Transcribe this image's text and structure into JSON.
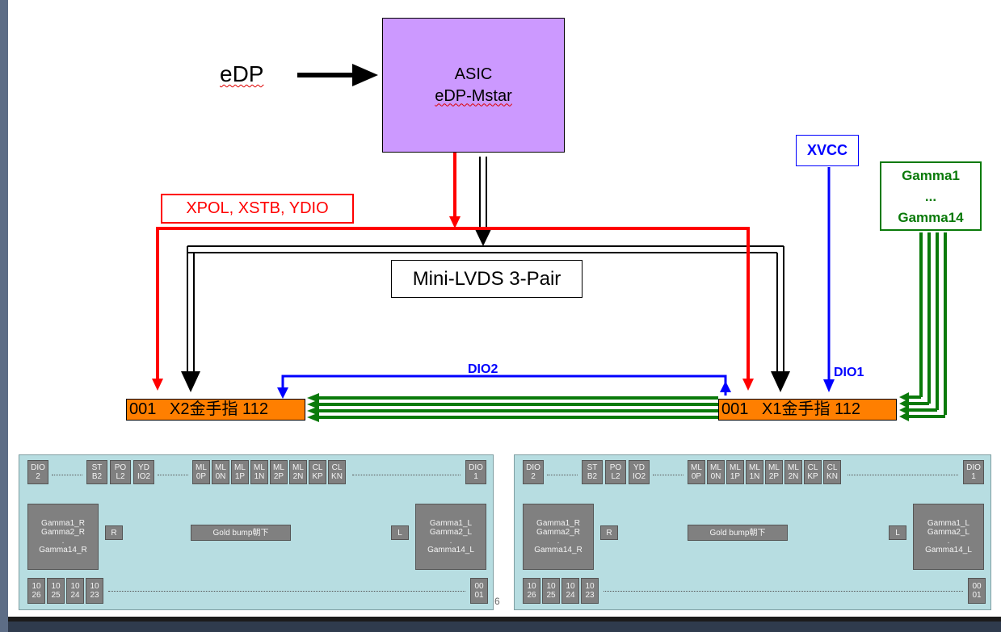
{
  "top": {
    "edp_label": "eDP",
    "asic_line1": "ASIC",
    "asic_line2": "eDP-Mstar",
    "red_signals": "XPOL, XSTB, YDIO",
    "mini_lvds": "Mini-LVDS 3-Pair",
    "xvcc": "XVCC",
    "gamma_line1": "Gamma1",
    "gamma_line2": "...",
    "gamma_line3": "Gamma14",
    "dio2": "DIO2",
    "dio1": "DIO1",
    "conn_x2": "001   X2金手指 112",
    "conn_x1": "001   X1金手指 112",
    "page_digit": "6"
  },
  "colors": {
    "asic_fill": "#cc99ff",
    "red": "#ff0000",
    "blue": "#0000ff",
    "green": "#0a7a0a",
    "connector_fill": "#ff7f00",
    "panel_fill": "#b7dde1",
    "pad_fill": "#808080"
  },
  "panel": {
    "top_pads": [
      {
        "l1": "DIO",
        "l2": "2"
      },
      {
        "l1": "ST",
        "l2": "B2"
      },
      {
        "l1": "PO",
        "l2": "L2"
      },
      {
        "l1": "YD",
        "l2": "IO2"
      },
      {
        "l1": "ML",
        "l2": "0P"
      },
      {
        "l1": "ML",
        "l2": "0N"
      },
      {
        "l1": "ML",
        "l2": "1P"
      },
      {
        "l1": "ML",
        "l2": "1N"
      },
      {
        "l1": "ML",
        "l2": "2P"
      },
      {
        "l1": "ML",
        "l2": "2N"
      },
      {
        "l1": "CL",
        "l2": "KP"
      },
      {
        "l1": "CL",
        "l2": "KN"
      },
      {
        "l1": "DIO",
        "l2": "1"
      }
    ],
    "gamma_r": {
      "l1": "Gamma1_R",
      "l2": "Gamma2_R",
      "l3": ".",
      "l4": "Gamma14_R"
    },
    "gamma_l": {
      "l1": "Gamma1_L",
      "l2": "Gamma2_L",
      "l3": ".",
      "l4": "Gamma14_L"
    },
    "r_pad": "R",
    "l_pad": "L",
    "bump": "Gold bump朝下",
    "bottom_pads": [
      {
        "l1": "10",
        "l2": "26"
      },
      {
        "l1": "10",
        "l2": "25"
      },
      {
        "l1": "10",
        "l2": "24"
      },
      {
        "l1": "10",
        "l2": "23"
      },
      {
        "l1": "00",
        "l2": "01"
      }
    ]
  }
}
